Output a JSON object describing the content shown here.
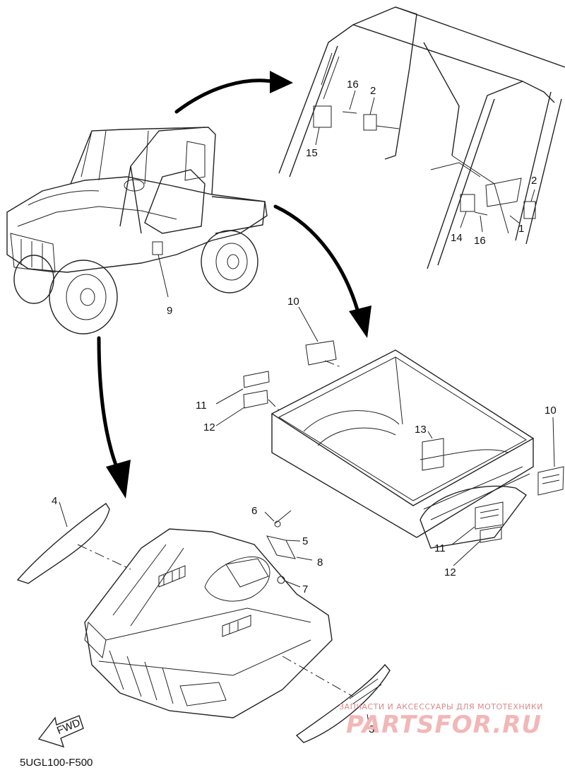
{
  "diagram_code": "5UGL100-F500",
  "fwd_label": "FWD",
  "watermark": {
    "tagline": "ЗАПЧАСТИ И АКСЕССУАРЫ ДЛЯ МОТОТЕХНИКИ",
    "brand": "PARTSFOR.RU"
  },
  "callouts": {
    "c1": "1",
    "c2a": "2",
    "c2b": "2",
    "c3": "3",
    "c4": "4",
    "c5": "5",
    "c6": "6",
    "c7": "7",
    "c8": "8",
    "c9": "9",
    "c10a": "10",
    "c10b": "10",
    "c11a": "11",
    "c11b": "11",
    "c12a": "12",
    "c12b": "12",
    "c13": "13",
    "c14": "14",
    "c15": "15",
    "c16a": "16",
    "c16b": "16"
  },
  "colors": {
    "line": "#222222",
    "watermark_text": "#d98a8a",
    "watermark_logo": "#f2b7b7"
  }
}
